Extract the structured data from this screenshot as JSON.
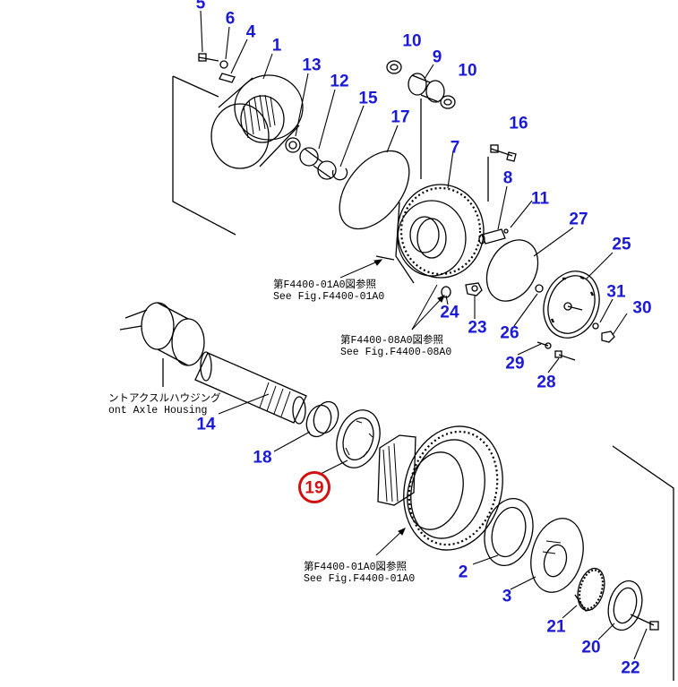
{
  "diagram": {
    "callout_color": "#1a1ad6",
    "highlight_color": "#d11111",
    "callouts": [
      {
        "id": "c5",
        "text": "5"
      },
      {
        "id": "c6",
        "text": "6"
      },
      {
        "id": "c4",
        "text": "4"
      },
      {
        "id": "c1",
        "text": "1"
      },
      {
        "id": "c13",
        "text": "13"
      },
      {
        "id": "c12",
        "text": "12"
      },
      {
        "id": "c15",
        "text": "15"
      },
      {
        "id": "c17",
        "text": "17"
      },
      {
        "id": "c10a",
        "text": "10"
      },
      {
        "id": "c9",
        "text": "9"
      },
      {
        "id": "c10b",
        "text": "10"
      },
      {
        "id": "c16",
        "text": "16"
      },
      {
        "id": "c7",
        "text": "7"
      },
      {
        "id": "c8",
        "text": "8"
      },
      {
        "id": "c11",
        "text": "11"
      },
      {
        "id": "c27",
        "text": "27"
      },
      {
        "id": "c25",
        "text": "25"
      },
      {
        "id": "c31",
        "text": "31"
      },
      {
        "id": "c30",
        "text": "30"
      },
      {
        "id": "c24",
        "text": "24"
      },
      {
        "id": "c23",
        "text": "23"
      },
      {
        "id": "c26",
        "text": "26"
      },
      {
        "id": "c29",
        "text": "29"
      },
      {
        "id": "c28",
        "text": "28"
      },
      {
        "id": "c14",
        "text": "14"
      },
      {
        "id": "c18",
        "text": "18"
      },
      {
        "id": "c19",
        "text": "19",
        "highlighted": true
      },
      {
        "id": "c2",
        "text": "2"
      },
      {
        "id": "c3",
        "text": "3"
      },
      {
        "id": "c21",
        "text": "21"
      },
      {
        "id": "c20",
        "text": "20"
      },
      {
        "id": "c22",
        "text": "22"
      }
    ],
    "notes": {
      "ref_01a0_top": {
        "jp": "第F4400-01A0図参照",
        "en": "See Fig.F4400-01A0"
      },
      "ref_08a0": {
        "jp": "第F4400-08A0図参照",
        "en": "See Fig.F4400-08A0"
      },
      "ref_01a0_bottom": {
        "jp": "第F4400-01A0図参照",
        "en": "See Fig.F4400-01A0"
      },
      "housing": {
        "jp": "ントアクスルハウジング",
        "en": "ont Axle Housing"
      }
    }
  }
}
